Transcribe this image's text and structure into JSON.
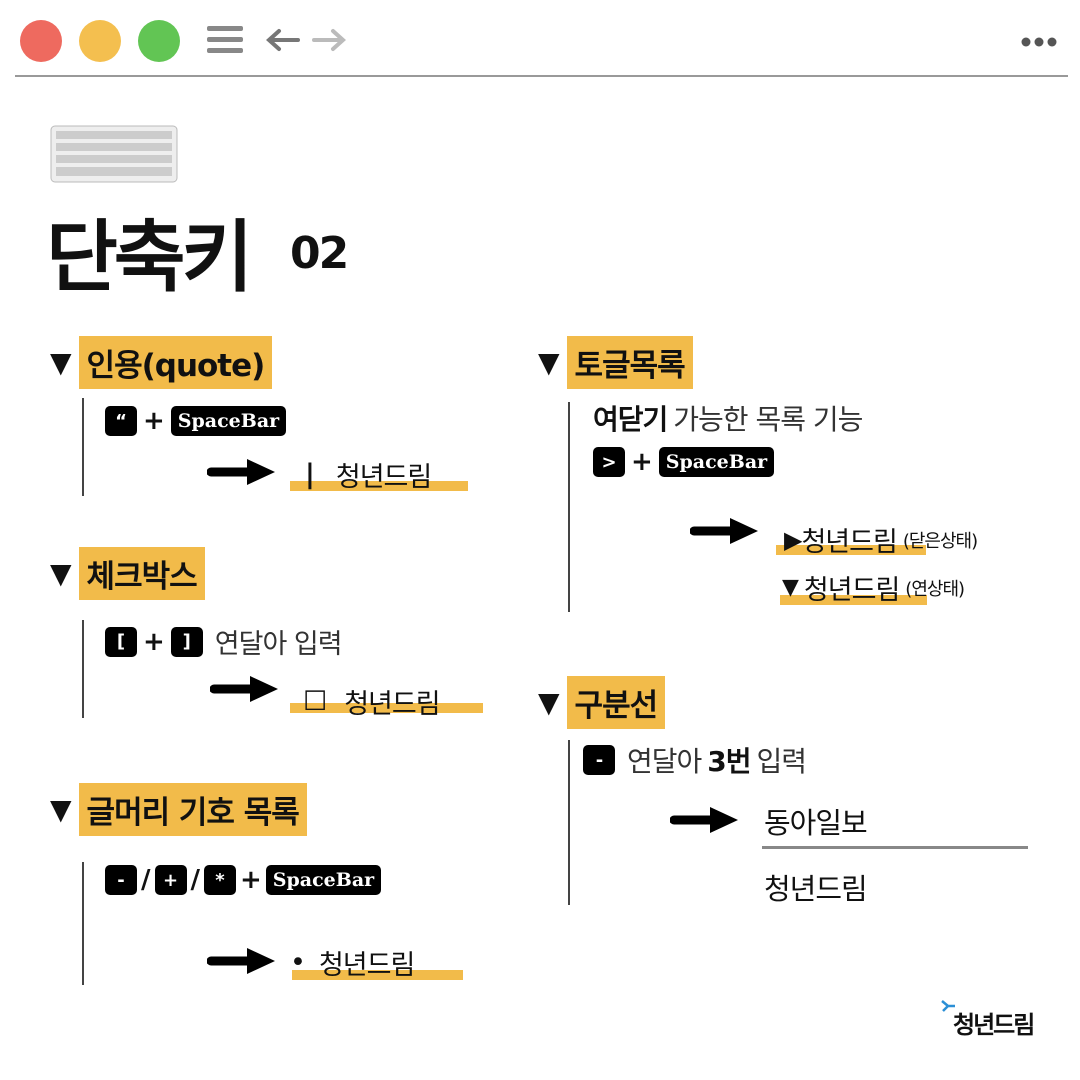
{
  "window": {
    "colors": {
      "close": "#ee6a5f",
      "minimize": "#f4bf4f",
      "maximize": "#62c554",
      "accent": "#f2bb4a"
    }
  },
  "title": {
    "main": "단축키",
    "number": "02"
  },
  "sections": {
    "quote": {
      "heading": "인용(quote)",
      "key1": "“",
      "plus": "+",
      "space": "SpaceBar",
      "result": "청년드림",
      "result_prefix": "|"
    },
    "checkbox": {
      "heading": "체크박스",
      "key1": "[",
      "key2": "]",
      "plus": "+",
      "desc": "연달아 입력",
      "result_prefix": "☐",
      "result": "청년드림"
    },
    "bullet": {
      "heading": "글머리 기호 목록",
      "key1": "-",
      "key2": "+",
      "key3": "*",
      "slash": "/",
      "plus": "+",
      "space": "SpaceBar",
      "result_prefix": "•",
      "result": "청년드림"
    },
    "toggle": {
      "heading": "토글목록",
      "desc_bold": "여닫기",
      "desc": "가능한 목록 기능",
      "key1": ">",
      "plus": "+",
      "space": "SpaceBar",
      "closed_prefix": "▶",
      "closed": "청년드림",
      "closed_note": "(닫은상태)",
      "open_prefix": "▼",
      "open": "청년드림",
      "open_note": "(연상태)"
    },
    "divider": {
      "heading": "구분선",
      "key1": "-",
      "desc1": "연달아",
      "desc_bold": "3번",
      "desc2": "입력",
      "above": "동아일보",
      "below": "청년드림"
    }
  },
  "tri": "▼",
  "logo": "청년드림"
}
